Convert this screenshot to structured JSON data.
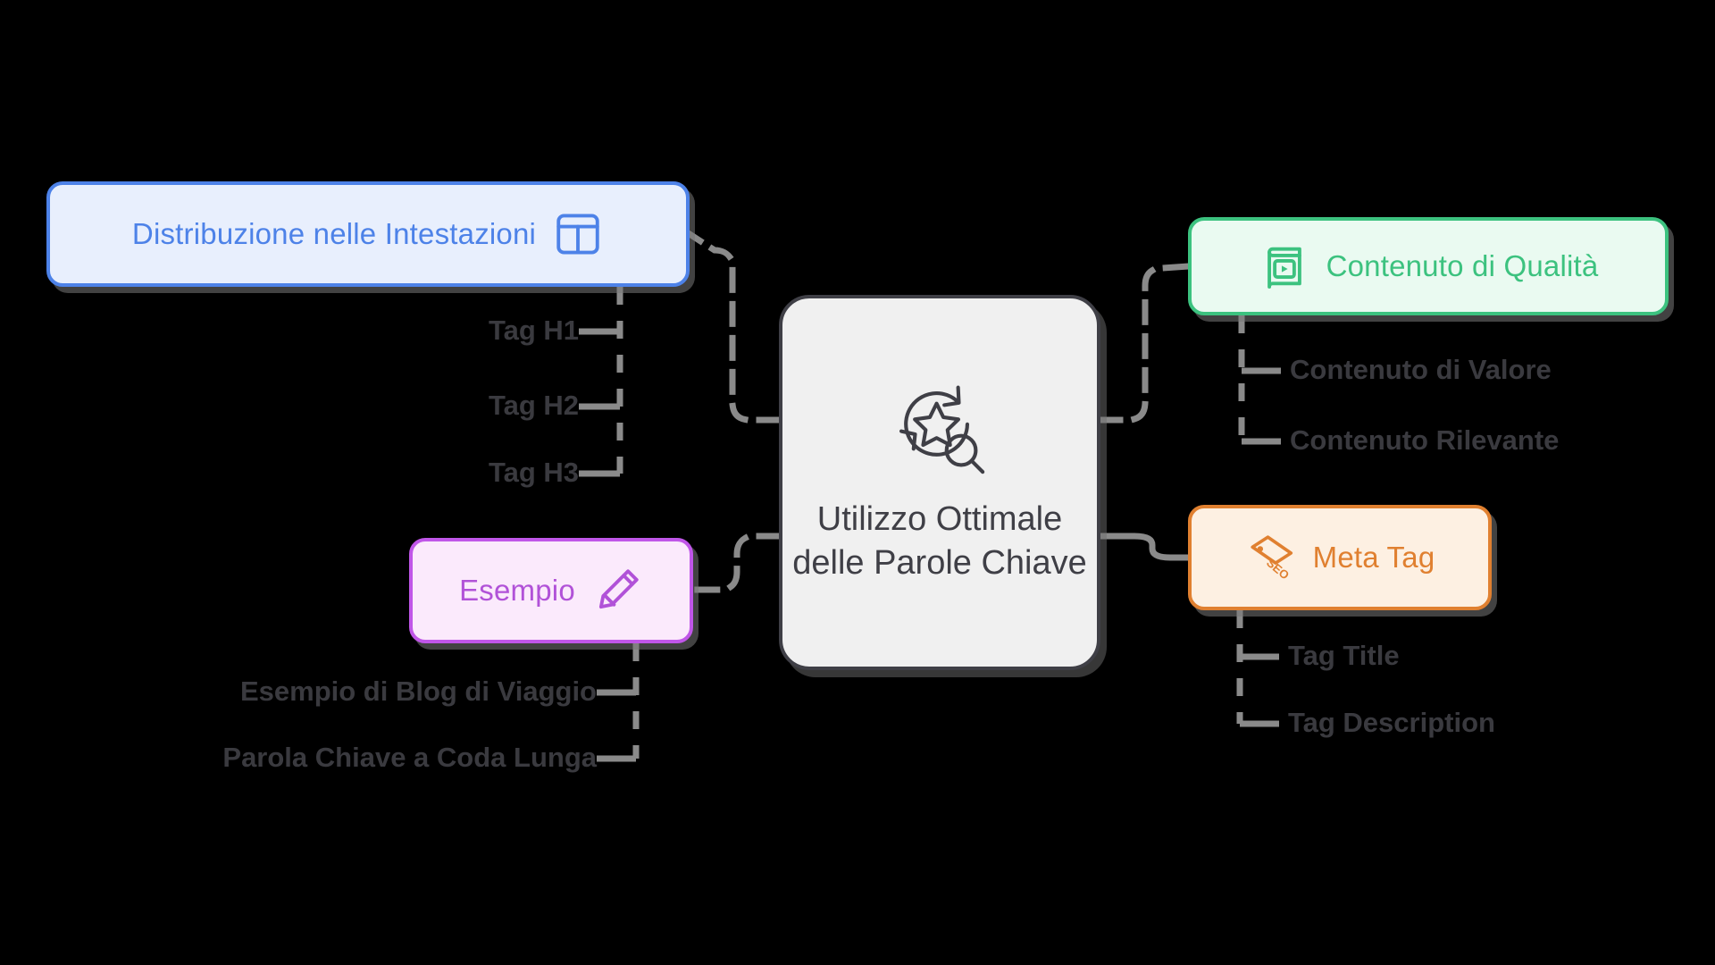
{
  "background": "#000000",
  "center": {
    "title": "Utilizzo Ottimale delle Parole Chiave",
    "icon": "star-refresh-magnifier-icon",
    "fill": "#f0f0f0",
    "stroke": "#3f3f46"
  },
  "branches": [
    {
      "id": "headings",
      "label": "Distribuzione nelle Intestazioni",
      "icon": "layout-columns-icon",
      "color": "#4d82e8",
      "fill": "#e8effd",
      "side": "left",
      "children": [
        {
          "label": "Tag H1"
        },
        {
          "label": "Tag H2"
        },
        {
          "label": "Tag H3"
        }
      ]
    },
    {
      "id": "example",
      "label": "Esempio",
      "icon": "pencil-icon",
      "color": "#b152d8",
      "fill": "#fbeafc",
      "side": "left",
      "children": [
        {
          "label": "Esempio di Blog di Viaggio"
        },
        {
          "label": "Parola Chiave a Coda Lunga"
        }
      ]
    },
    {
      "id": "quality",
      "label": "Contenuto di Qualità",
      "icon": "book-play-icon",
      "color": "#3cc27f",
      "fill": "#eafaf1",
      "side": "right",
      "children": [
        {
          "label": "Contenuto di Valore"
        },
        {
          "label": "Contenuto Rilevante"
        }
      ]
    },
    {
      "id": "meta",
      "label": "Meta Tag",
      "icon": "seo-tag-icon",
      "color": "#e08030",
      "fill": "#fdf0e2",
      "side": "right",
      "children": [
        {
          "label": "Tag Title"
        },
        {
          "label": "Tag Description"
        }
      ]
    }
  ],
  "connector": {
    "color": "#8a8a8a",
    "style": "dashed"
  }
}
